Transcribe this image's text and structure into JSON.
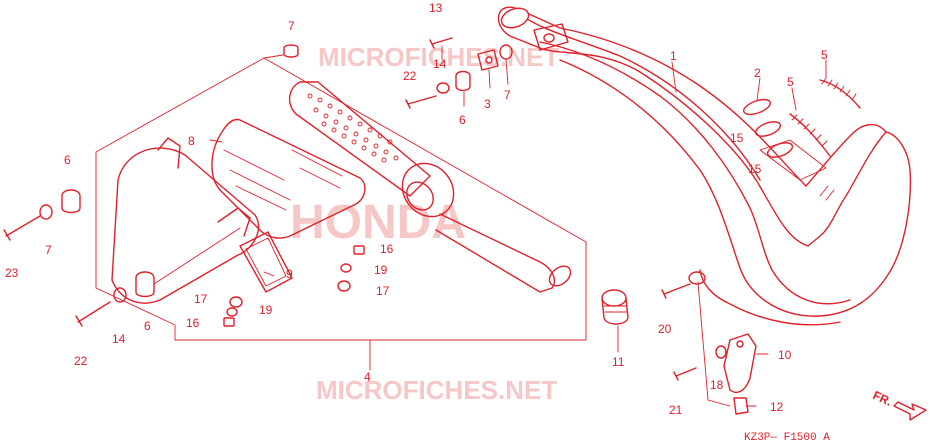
{
  "watermarks": {
    "top": "MICROFICHES.NET",
    "bottom": "MICROFICHES.NET",
    "center": "HONDA"
  },
  "callouts": {
    "c1": "1",
    "c2": "2",
    "c3": "3",
    "c4": "4",
    "c5a": "5",
    "c5b": "5",
    "c6a": "6",
    "c6b": "6",
    "c6c": "6",
    "c7a": "7",
    "c7b": "7",
    "c7c": "7",
    "c8": "8",
    "c9": "9",
    "c10": "10",
    "c11": "11",
    "c12": "12",
    "c13": "13",
    "c14a": "14",
    "c14b": "14",
    "c15a": "15",
    "c15b": "15",
    "c16a": "16",
    "c16b": "16",
    "c17a": "17",
    "c17b": "17",
    "c18": "18",
    "c19a": "19",
    "c19b": "19",
    "c20": "20",
    "c21": "21",
    "c22a": "22",
    "c22b": "22",
    "c23": "23"
  },
  "direction_label": "FR.",
  "diagram_code": "KZ3P— F1500  A",
  "colors": {
    "ink": "#e0202a",
    "watermark": "#f6c7c7",
    "background": "#ffffff"
  }
}
